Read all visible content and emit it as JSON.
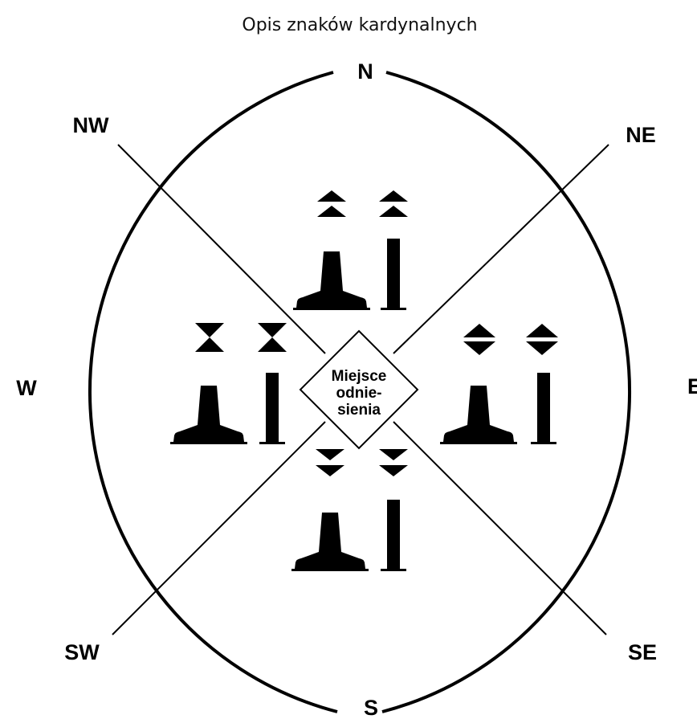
{
  "title": "Opis znaków kardynalnych",
  "directions": {
    "n": "N",
    "ne": "NE",
    "e": "E",
    "se": "SE",
    "s": "S",
    "sw": "SW",
    "w": "W",
    "nw": "NW"
  },
  "reference": {
    "line1": "Miejsce",
    "line2": "odnie-",
    "line3": "sienia"
  },
  "marks": [
    {
      "quadrant": "north",
      "topmark": "two cones pointing up"
    },
    {
      "quadrant": "east",
      "topmark": "two cones base to base"
    },
    {
      "quadrant": "south",
      "topmark": "two cones pointing down"
    },
    {
      "quadrant": "west",
      "topmark": "two cones point to point"
    }
  ]
}
